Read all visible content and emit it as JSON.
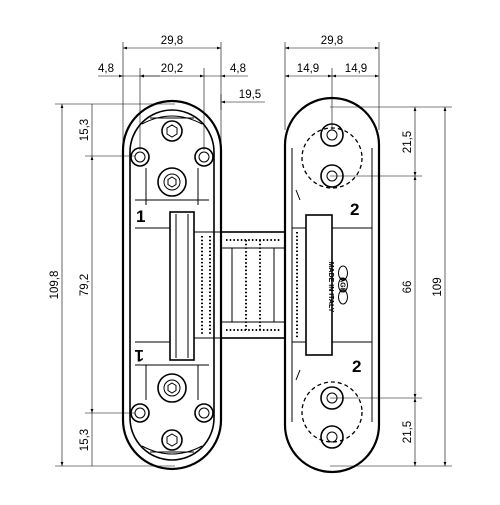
{
  "dimensions": {
    "top_left_width": "29,8",
    "top_right_width": "29,8",
    "left_margin": "4,8",
    "center_width": "20,2",
    "right_margin": "4,8",
    "offset": "19,5",
    "half_left": "14,9",
    "half_right": "14,9",
    "overall_height_left": "109,8",
    "inner_height_left": "79,2",
    "top_end_left": "15,3",
    "bottom_end_left": "15,3",
    "top_end_right": "21,5",
    "bottom_end_right": "21,5",
    "mid_height_right": "66",
    "overall_height_right": "109"
  },
  "markers": {
    "left_top": "1",
    "left_bottom": "1",
    "right_top": "2",
    "right_bottom": "2"
  },
  "brand": {
    "logo_text": "AGB",
    "origin": "MADE IN ITALY"
  }
}
